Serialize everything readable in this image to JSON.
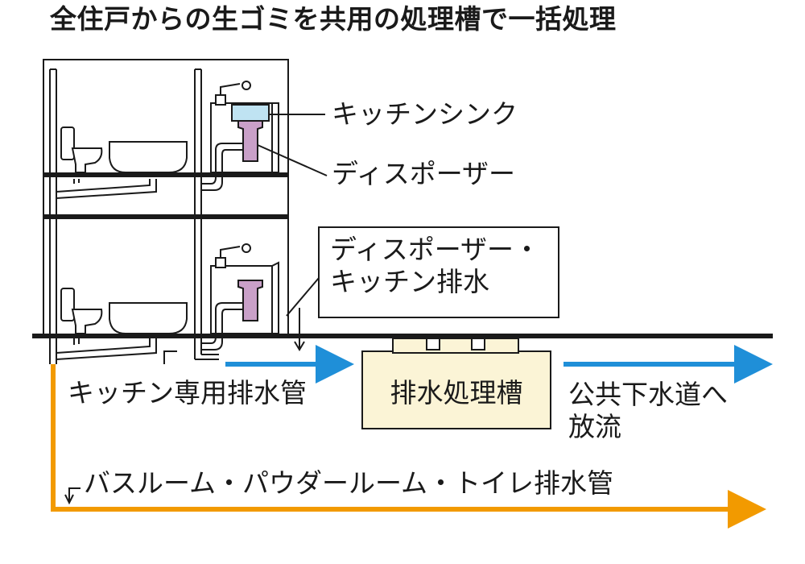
{
  "title": "全住戸からの生ゴミを共用の処理槽で一括処理",
  "labels": {
    "kitchen_sink": "キッチンシンク",
    "disposer": "ディスポーザー",
    "disposer_drain_line1": "ディスポーザー・",
    "disposer_drain_line2": "キッチン排水",
    "kitchen_pipe": "キッチン専用排水管",
    "treatment_tank": "排水処理槽",
    "sewer_line1": "公共下水道へ",
    "sewer_line2": "放流",
    "bath_pipe": "バスルーム・パウダールーム・トイレ排水管"
  },
  "colors": {
    "kitchen_flow": "#1f8fd8",
    "bath_flow": "#f29a00",
    "tank_fill": "#fbf4d6",
    "disposer_fill": "#c9a0c8",
    "sink_water": "#bfe3f2",
    "line": "#1a1a1a"
  }
}
